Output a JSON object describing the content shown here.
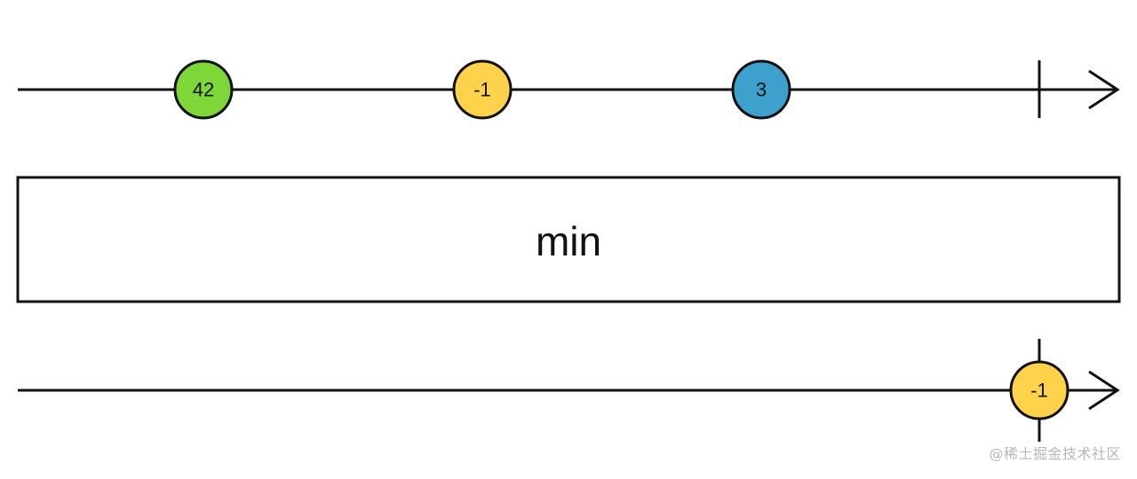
{
  "diagram": {
    "input_marbles": [
      {
        "label": "42",
        "color": "#7ED639"
      },
      {
        "label": "-1",
        "color": "#FFD24C"
      },
      {
        "label": "3",
        "color": "#3DA0CD"
      }
    ],
    "operator": {
      "label": "min"
    },
    "output_marbles": [
      {
        "label": "-1",
        "color": "#FFD24C"
      }
    ],
    "stroke_color": "#111111"
  },
  "watermark": "@稀土掘金技术社区"
}
